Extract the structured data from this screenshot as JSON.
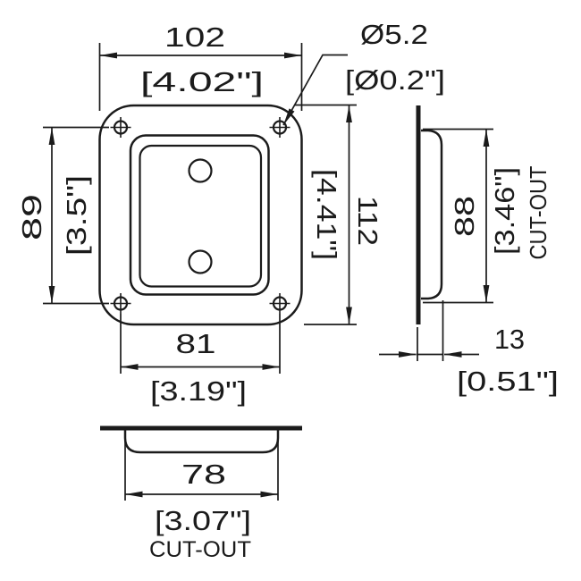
{
  "drawing": {
    "type": "technical-dimension-drawing",
    "part": "recessed dish plate",
    "colors": {
      "line": "#1b1b1b",
      "background": "#ffffff"
    },
    "front_view": {
      "overall_width": {
        "mm": "102",
        "inch": "[4.02\"]"
      },
      "hole_diameter": {
        "mm": "Ø5.2",
        "inch": "[Ø0.2\"]"
      },
      "hole_spacing_vertical": {
        "mm": "89",
        "inch": "[3.5\"]"
      },
      "overall_height": {
        "mm": "112",
        "inch": "[4.41\"]"
      },
      "hole_spacing_horizontal": {
        "mm": "81",
        "inch": "[3.19\"]"
      }
    },
    "side_view": {
      "cutout_height": {
        "mm": "88",
        "inch": "[3.46\"]",
        "note": "CUT-OUT"
      },
      "overall_depth": {
        "mm": "13",
        "inch": "[0.51\"]"
      }
    },
    "bottom_view": {
      "cutout_width": {
        "mm": "78",
        "inch": "[3.07\"]",
        "note": "CUT-OUT"
      }
    }
  }
}
